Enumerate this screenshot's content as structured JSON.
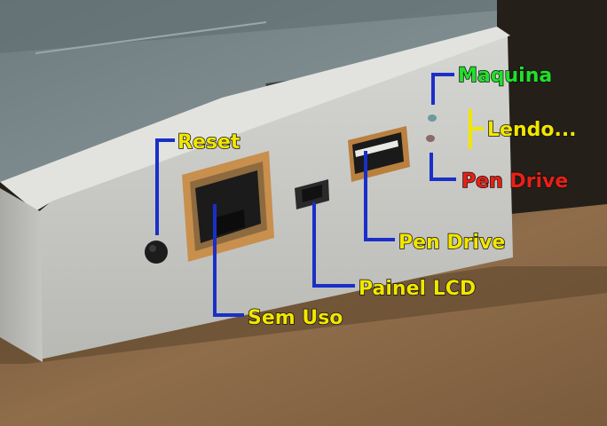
{
  "colors": {
    "background_top": "#2a241d",
    "table": "#8a6a4a",
    "device_body": "#c9cac6",
    "device_top": "#7e8c8f",
    "leader_blue": "#1a2fc8",
    "leader_yellow": "#f2e600",
    "label_yellow": "#f2e600",
    "label_green": "#22e02a",
    "label_red": "#e82016"
  },
  "callouts": {
    "reset": "Reset",
    "sem_uso": "Sem Uso",
    "painel_lcd": "Painel LCD",
    "pen_drive_port": "Pen Drive",
    "maquina": "Maquina",
    "lendo": "Lendo...",
    "pen_drive_led": "Pen Drive"
  }
}
